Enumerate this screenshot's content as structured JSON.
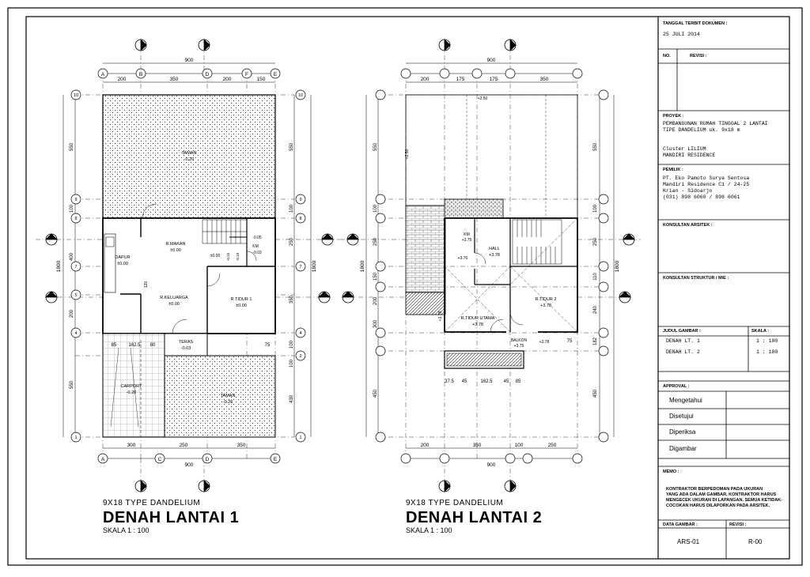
{
  "title_block": {
    "date_label": "TANGGAL TERBIT DOKUMEN :",
    "date_value": "25 JULI 2014",
    "no_label": "NO.",
    "revisi_label": "REVISI :",
    "proyek_label": "PROYEK :",
    "proyek_lines": [
      "PEMBANGUNAN RUMAH TINGGAL 2 LANTAI",
      "TIPE DANDELIUM uk. 9x18 m",
      "",
      "Cluster LILIUM",
      "MANDIRI RESIDENCE"
    ],
    "pemilik_label": "PEMILIK :",
    "pemilik_lines": [
      "PT. Eko Pamoto Surya Sentosa",
      "Mandiri Residence C1 / 24-25",
      "Krian - Sidoarjo",
      "(031) 898 6060 / 898 6061"
    ],
    "konsultan_arsitek_label": "KONSULTAN ARSITEK :",
    "konsultan_struktur_label": "KONSULTAN STRUKTUR / M/E :",
    "judul_label": "JUDUL GAMBAR :",
    "skala_label": "SKALA :",
    "judul_rows": [
      {
        "name": "DENAH LT. 1",
        "scale": "1 : 100"
      },
      {
        "name": "DENAH LT. 2",
        "scale": "1 : 100"
      }
    ],
    "approval_label": "APPROVAL :",
    "approval_rows": [
      "Mengetahui",
      "Disetujui",
      "Diperiksa",
      "Digambar"
    ],
    "memo_label": "MEMO :",
    "memo_lines": [
      "KONTRAKTOR BERPEDOMAN PADA UKURAN",
      "YANG ADA DALAM GAMBAR. KONTRAKTOR HARUS",
      "MENGECEK UKURAN DI LAPANGAN. SEMUA KETIDAK-",
      "COCOKAN HARUS DILAPORKAN PADA ARSITEK."
    ],
    "data_gambar_label": "DATA GAMBAR :",
    "data_gambar_value": "ARS-01",
    "revisi2_label": "REVISI :",
    "revisi2_value": "R-00"
  },
  "plan1": {
    "subtitle": "9X18 TYPE DANDELIUM",
    "title": "DENAH LANTAI 1",
    "scale": "SKALA 1  :  100",
    "overall_width": "900",
    "overall_depth": "1800",
    "top_dims": [
      "200",
      "350",
      "200",
      "150"
    ],
    "bottom_dims": [
      "300",
      "250",
      "350"
    ],
    "left_dims": [
      "550",
      "100",
      "400",
      "200",
      "550"
    ],
    "right_dims": [
      "550",
      "100",
      "250",
      "350",
      "100",
      "100",
      "430"
    ],
    "grid_letters": [
      "A",
      "B",
      "D",
      "F",
      "E"
    ],
    "grid_letters_bottom": [
      "A",
      "C",
      "D",
      "E"
    ],
    "grid_numbers": [
      "10",
      "9",
      "8",
      "7",
      "5",
      "4",
      "2",
      "1"
    ],
    "rooms": [
      {
        "name": "TAMAN",
        "level": "-0.20"
      },
      {
        "name": "R.MAKAN",
        "level": "±0.00"
      },
      {
        "name": "DAPUR",
        "level": "±0.00"
      },
      {
        "name": "R.KELUARGA",
        "level": "±0.00"
      },
      {
        "name": "R.TIDUR 1",
        "level": "±0.00"
      },
      {
        "name": "KM",
        "level": "-0.03"
      },
      {
        "name": "TERAS",
        "level": "-0.03"
      },
      {
        "name": "CARPORT",
        "level": "-0.20"
      },
      {
        "name": "TAMAN",
        "level": "-0.20"
      }
    ],
    "misc_levels": [
      "±0.00",
      "-0.05",
      "-0.15",
      "-0.10"
    ],
    "small_dims": [
      "85",
      "162.5",
      "80",
      "75",
      "120"
    ]
  },
  "plan2": {
    "subtitle": "9X18 TYPE DANDELIUM",
    "title": "DENAH LANTAI 2",
    "scale": "SKALA 1  :  100",
    "overall_width": "900",
    "overall_depth": "1800",
    "top_dims": [
      "200",
      "175",
      "175",
      "350"
    ],
    "bottom_dims": [
      "200",
      "350",
      "100",
      "250"
    ],
    "left_dims": [
      "550",
      "100",
      "250",
      "150",
      "200",
      "300",
      "450"
    ],
    "right_dims": [
      "550",
      "100",
      "250",
      "110",
      "240",
      "182",
      "450"
    ],
    "rooms": [
      {
        "name": "KM",
        "level": "+3.75"
      },
      {
        "name": "HALL",
        "level": "+3.78"
      },
      {
        "name": "R.TIDUR UTAMA",
        "level": "+3.78"
      },
      {
        "name": "R.TIDUR 2",
        "level": "+3.78"
      },
      {
        "name": "BALKON",
        "level": "+3.75"
      }
    ],
    "misc_levels": [
      "+2.50",
      "+3.70",
      "+3.78",
      "+2.50",
      "+3.78"
    ],
    "small_dims": [
      "37.5",
      "45",
      "162.5",
      "45",
      "85",
      "75"
    ]
  }
}
